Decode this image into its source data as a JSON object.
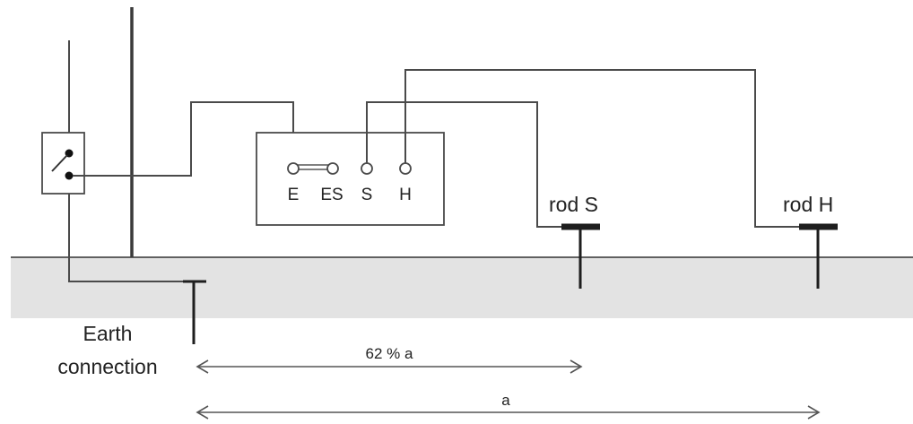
{
  "labels": {
    "earth_line1": "Earth",
    "earth_line2": "connection",
    "rod_s": "rod S",
    "rod_h": "rod H",
    "terminal_e": "E",
    "terminal_es": "ES",
    "terminal_s": "S",
    "terminal_h": "H",
    "dist_62": "62 % a",
    "dist_a": "a"
  },
  "colors": {
    "ground": "#e3e3e3",
    "line": "#4a4a4a"
  }
}
